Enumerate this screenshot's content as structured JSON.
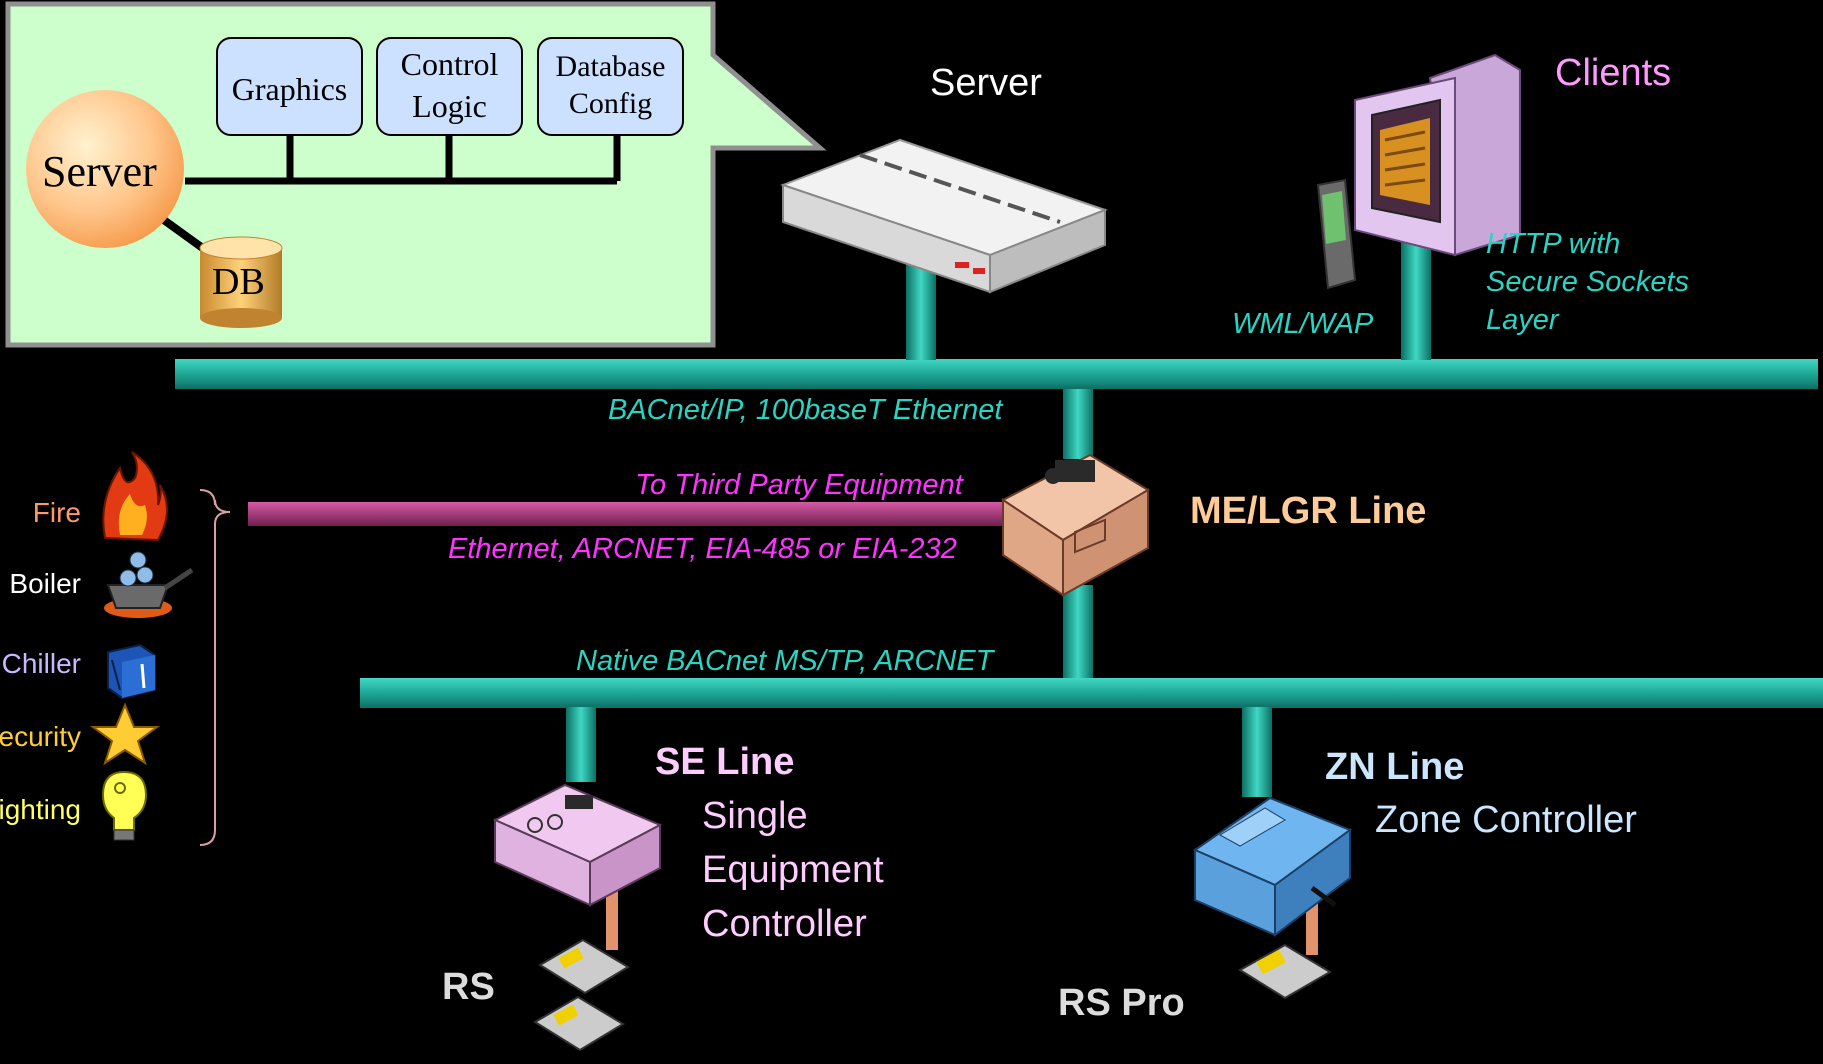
{
  "callout": {
    "server_label": "Server",
    "db_label": "DB",
    "modules": [
      {
        "line1": "Graphics",
        "line2": ""
      },
      {
        "line1": "Control",
        "line2": "Logic"
      },
      {
        "line1": "Database",
        "line2": "Config"
      }
    ]
  },
  "top": {
    "server_label": "Server",
    "clients_label": "Clients",
    "wml_label": "WML/WAP",
    "https_line1": "HTTP with",
    "https_line2": "Secure Sockets",
    "https_line3": "Layer"
  },
  "buses": {
    "ip_bus_label": "BACnet/IP, 100baseT Ethernet",
    "third_party_label": "To Third Party Equipment",
    "third_party_media": "Ethernet, ARCNET, EIA-485 or EIA-232",
    "mstp_label": "Native BACnet MS/TP, ARCNET"
  },
  "devices": {
    "me_line": "ME/LGR Line",
    "se_line": "SE Line",
    "se_desc": [
      "Single",
      "Equipment",
      "Controller"
    ],
    "zn_line": "ZN Line",
    "zn_desc": "Zone Controller",
    "rs": "RS",
    "rs_pro": "RS Pro"
  },
  "third_party_equipment": [
    {
      "label": "Fire",
      "color": "#ff9966",
      "icon": "flame-icon"
    },
    {
      "label": "Boiler",
      "color": "#ffffff",
      "icon": "boiler-icon"
    },
    {
      "label": "Chiller",
      "color": "#c9b8ff",
      "icon": "chiller-icon"
    },
    {
      "label": "Security",
      "color": "#ffcc33",
      "icon": "star-badge-icon"
    },
    {
      "label": "Lighting",
      "color": "#ffff66",
      "icon": "lightbulb-icon"
    }
  ],
  "colors": {
    "bus": "#20b2a0",
    "third_party_bus": "#a33a7a",
    "bus_label": "#2ad4c2",
    "third_party_label": "#ff33ff",
    "me_label": "#ffcc99",
    "se_label": "#ffccff",
    "zn_label": "#cce6ff",
    "callout_bg": "#ccffcc"
  }
}
